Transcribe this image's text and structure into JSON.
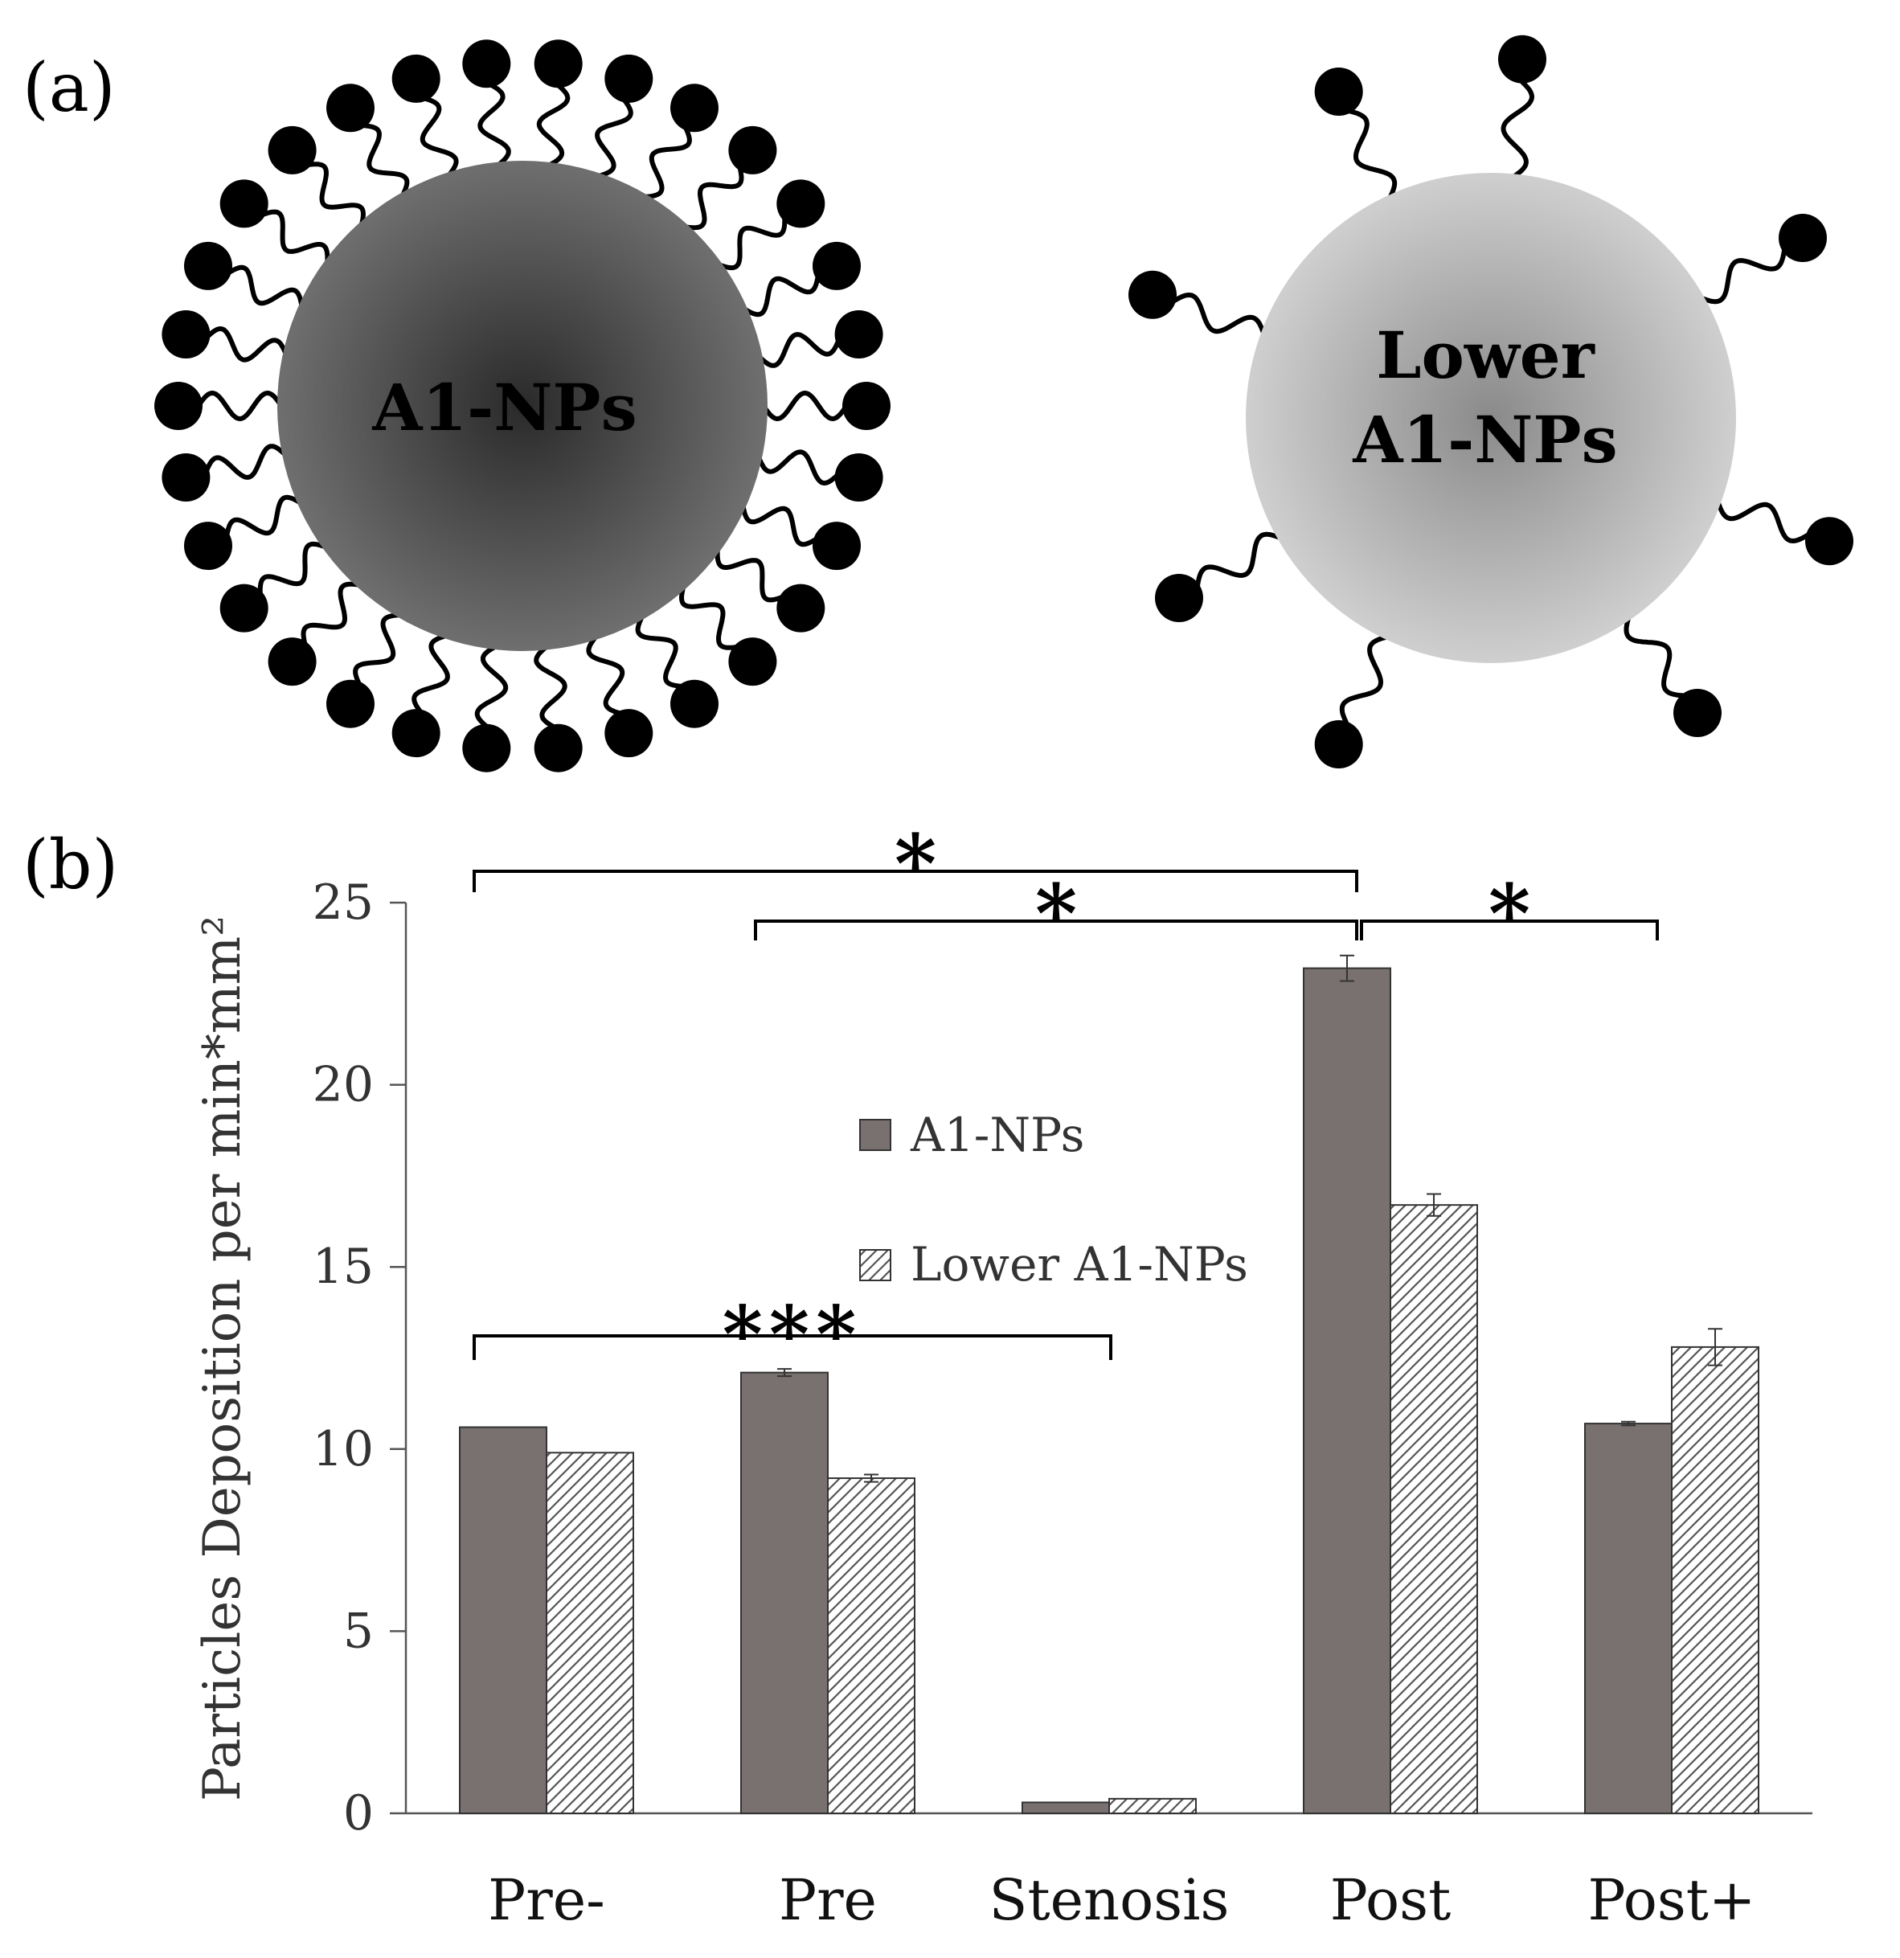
{
  "panel_a": {
    "label": "(a)",
    "particle_left_label": "A1-NPs",
    "particle_right_label_line1": "Lower",
    "particle_right_label_line2": "A1-NPs"
  },
  "panel_b": {
    "label": "(b)"
  },
  "colors": {
    "a1_bar": "#787170",
    "lower_hatch": "#555555",
    "dark_sphere_center": "#2a2a2a",
    "dark_sphere_edge": "#6f6f6f",
    "light_sphere_center": "#8a8a8a",
    "light_sphere_edge": "#cfcfcf"
  },
  "chart_data": {
    "type": "bar",
    "ylabel": "Particles Deposition per  min*mm²",
    "xlabel": "",
    "ylim": [
      0,
      25
    ],
    "yticks": [
      0,
      5,
      10,
      15,
      20,
      25
    ],
    "categories": [
      "Pre-",
      "Pre",
      "Stenosis",
      "Post",
      "Post+"
    ],
    "series": [
      {
        "name": "A1-NPs",
        "values": [
          10.6,
          12.1,
          0.3,
          23.2,
          10.7
        ],
        "errors": [
          0.0,
          0.1,
          0.0,
          0.35,
          0.05
        ]
      },
      {
        "name": "Lower A1-NPs",
        "values": [
          9.9,
          9.2,
          0.4,
          16.7,
          12.8
        ],
        "errors": [
          0.0,
          0.1,
          0.0,
          0.3,
          0.5
        ]
      }
    ],
    "legend_position": "center",
    "grid": false,
    "significance": [
      {
        "from": 0,
        "to": 3,
        "label": "*"
      },
      {
        "from": 1,
        "to": 3,
        "label": "*"
      },
      {
        "from": 3,
        "to": 4,
        "label": "*"
      },
      {
        "from": 0,
        "to": 2,
        "label": "***"
      }
    ]
  }
}
